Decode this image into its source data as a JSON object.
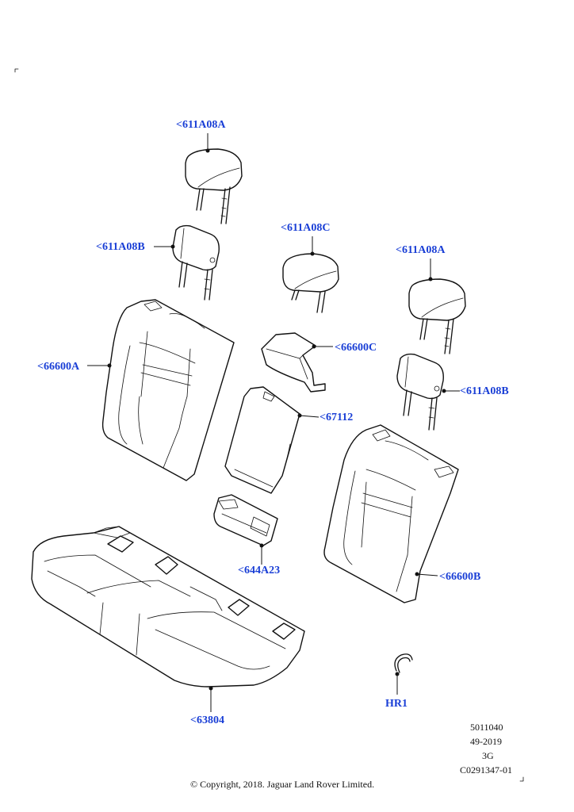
{
  "callouts": {
    "hr_1": "<611A08A",
    "hr_2": "<611A08B",
    "hr_3": "<611A08C",
    "hr_4": "<611A08A",
    "hr_5": "<611A08B",
    "back_left": "<66600A",
    "armrest_cover": "<66600C",
    "armrest": "<67112",
    "cupholder": "<644A23",
    "back_right": "<66600B",
    "cushion": "<63804",
    "hook": "HR1"
  },
  "info": {
    "line1": "5011040",
    "line2": "49-2019",
    "line3": "3G",
    "line4": "C0291347-01"
  },
  "copyright": "© Copyright, 2018. Jaguar Land Rover Limited."
}
